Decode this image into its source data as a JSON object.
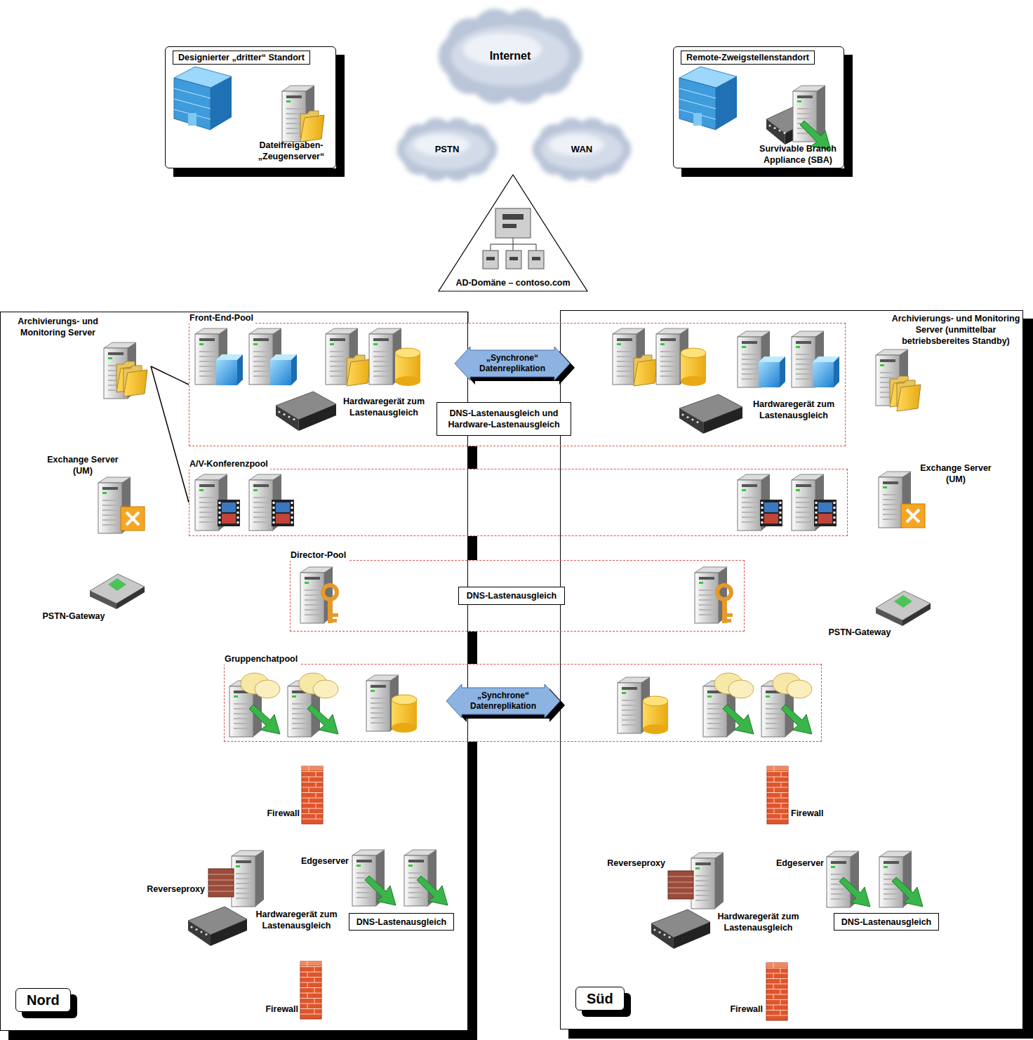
{
  "diagram": {
    "nodes": [
      {
        "text": [
          "Designierter „dritter“ Standort"
        ]
      },
      {
        "text": [
          "Internet"
        ]
      },
      {
        "text": [
          "Remote-Zweigstellenstandort"
        ]
      },
      {
        "text": [
          "PSTN"
        ]
      },
      {
        "text": [
          "WAN"
        ]
      },
      {
        "text": [
          "AD-Domäne – contoso.com"
        ]
      },
      {
        "text": [
          "Nord"
        ]
      },
      {
        "text": [
          "Archivierungs- und Monitoring Server"
        ],
        "in": 6
      },
      {
        "text": [
          "Süd"
        ]
      },
      {
        "text": [
          "Front-End-Pool"
        ]
      },
      {
        "text": [
          "„Synchrone“ Datenreplikation"
        ],
        "in": 9
      },
      {
        "text": [
          "DNS-Lastenausgleich und Hardware-Lastenausgleich"
        ],
        "in": 9
      },
      {
        "text": [
          "A/V-Konferenzpool"
        ]
      },
      {
        "text": [
          "Director-Pool"
        ]
      },
      {
        "text": [
          "DNS-Lastenausgleich"
        ],
        "in": 13
      },
      {
        "text": [
          "Gruppenchatpool"
        ]
      },
      {
        "text": [
          "„Synchrone“ Datenreplikation"
        ],
        "in": 15
      },
      {
        "text": [
          "DNS-Lastenausgleich"
        ],
        "in": 6
      },
      {
        "text": [
          "DNS-Lastenausgleich"
        ],
        "in": 8
      }
    ],
    "edges": [
      {
        "from": 7,
        "to": 9,
        "arrow": "none"
      },
      {
        "from": 7,
        "to": 12,
        "arrow": "none"
      }
    ],
    "labels": [
      "Dateifreigaben-„Zeugenserver“",
      "Survivable Branch Appliance (SBA)",
      "Exchange Server (UM)",
      "PSTN-Gateway",
      "Hardwaregerät zum Lastenausgleich",
      "Archivierungs- und Monitoring Server (unmittelbar betriebsbereites Standby)",
      "Hardwaregerät zum Lastenausgleich",
      "Exchange Server (UM)",
      "PSTN-Gateway",
      "Firewall",
      "Firewall",
      "Reverseproxy",
      "Edgeserver",
      "Hardwaregerät zum Lastenausgleich",
      "Reverseproxy",
      "Edgeserver",
      "Hardwaregerät zum Lastenausgleich",
      "Firewall",
      "Firewall"
    ]
  }
}
